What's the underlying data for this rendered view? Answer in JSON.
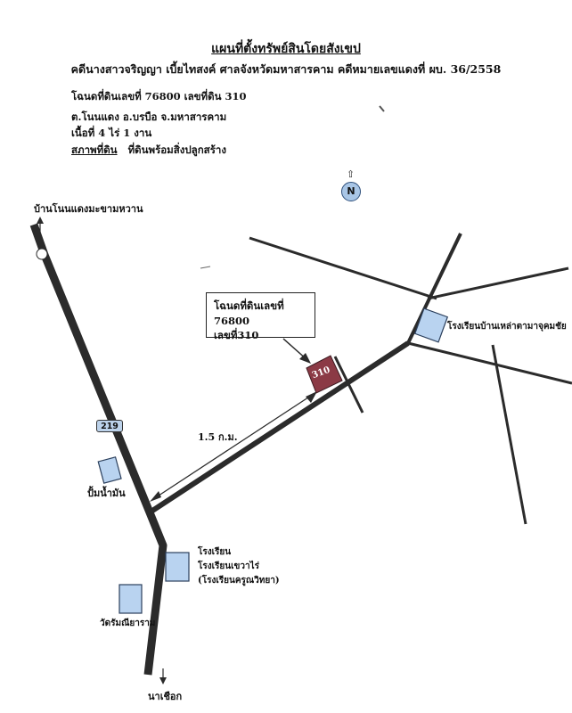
{
  "header": {
    "title": "แผนที่ตั้งทรัพย์สินโดยสังเขป",
    "subtitle": "คดีนางสาวจริญญา  เบี้ยไทสงค์  ศาลจังหวัดมหาสารคาม  คดีหมายเลขแดงที่   ผบ. 36/2558"
  },
  "property_info": {
    "deed_line": "โฉนดที่ดินเลขที่ 76800  เลขที่ดิน 310",
    "location_line": "ต.โนนแดง    อ.บรบือ  จ.มหาสารคาม",
    "area_line": "เนื้อที่ 4 ไร่   1 งาน",
    "condition_label": "สภาพที่ดิน",
    "condition_value": "ที่ดินพร้อมสิ่งปลูกสร้าง"
  },
  "map": {
    "north_label": "N",
    "north_arrow_glyph": "⇧",
    "place_top_left": "บ้านโนนแดงมะขามหวาน",
    "place_bottom": "นาเชือก",
    "road_number": "219",
    "gas_station": "ปั้มน้ำมัน",
    "school_label_1": "โรงเรียน",
    "school_label_2": "โรงเรียนเขวาไร่",
    "school_label_3": "(โรงเรียนครูณวิทยา)",
    "temple": "วัดรัมณียาราม",
    "school_right": "โรงเรียนบ้านเหล่าตามาจุคมชัย",
    "distance": "1.5 ก.ม.",
    "parcel_number": "310",
    "callout_line1": "โฉนดที่ดินเลขที่ 76800",
    "callout_line2": "เลขที่310",
    "colors": {
      "road": "#2b2b2b",
      "parcel_fill": "#8b3a45",
      "building_fill": "#b9d3f0",
      "building_stroke": "#2b3f5c"
    }
  }
}
